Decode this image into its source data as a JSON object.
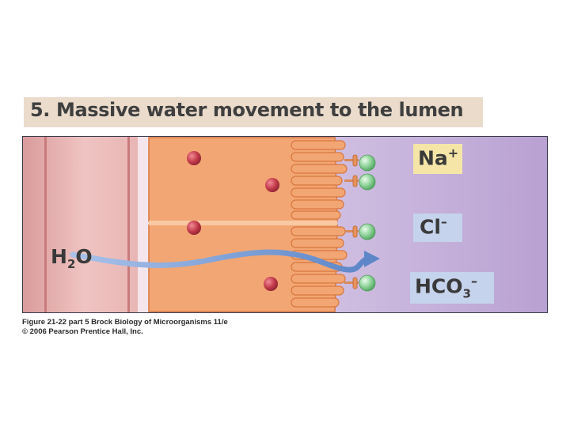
{
  "title": "5. Massive water movement to the lumen",
  "water_label": {
    "main": "H",
    "sub": "2",
    "tail": "O"
  },
  "ions": [
    {
      "main": "Na",
      "sup": "+",
      "sub": "",
      "box": "#f5e6a8"
    },
    {
      "main": "Cl",
      "sup": "–",
      "sub": "",
      "box": "#c5d3ec"
    },
    {
      "main": "HCO",
      "sub": "3",
      "sup": "–",
      "box": "#c5d3ec"
    }
  ],
  "caption": {
    "line1": "Figure 21-22 part 5 Brock Biology of Microorganisms 11/e",
    "line2": "© 2006 Pearson Prentice Hall, Inc."
  },
  "colors": {
    "tissue": "#e8b9b8",
    "vessel_wall": "#c97b7b",
    "cell_fill": "#f2a673",
    "cell_edge": "#d9773f",
    "lumen_left": "#f4eef8",
    "lumen_right": "#b9a1d2",
    "intracellular_dot": "#c23a4a",
    "channel_ball": "#8fd39a",
    "water_arrow": "#6f95cf"
  }
}
